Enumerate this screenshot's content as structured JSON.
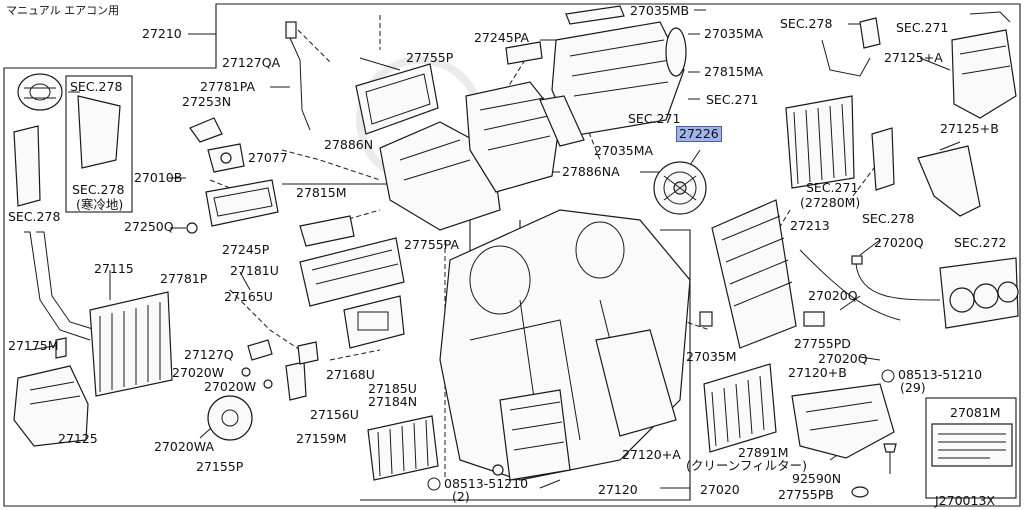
{
  "header_note": "マニュアル エアコン用",
  "diagram_code": "J270013X",
  "highlighted_part": "27226",
  "labels": {
    "p27210": "27210",
    "p27127qa": "27127QA",
    "p27781pa": "27781PA",
    "p27253n": "27253N",
    "p27077": "27077",
    "p27010b": "27010B",
    "p27245pa": "27245PA",
    "p27755p": "27755P",
    "p27886n": "27886N",
    "p27035mb": "27035MB",
    "p27035ma_top": "27035MA",
    "p27815ma": "27815MA",
    "sec271_a": "SEC.271",
    "sec271_b": "SEC.271",
    "p27035ma_mid": "27035MA",
    "p27226": "27226",
    "p27886na": "27886NA",
    "sec278_top": "SEC.278",
    "sec271_top": "SEC.271",
    "p27125a": "27125+A",
    "p27125b": "27125+B",
    "sec271_280m": "SEC.271",
    "p27280m": "(27280M)",
    "sec278_right": "SEC.278",
    "sec278_left": "SEC.278",
    "sec278_mid": "SEC.278",
    "cold_region": "(寒冷地)",
    "sec278_low": "SEC.278",
    "p27250q": "27250Q",
    "p27245p": "27245P",
    "p27815m": "27815M",
    "p27755pa": "27755PA",
    "p27213": "27213",
    "p27020q_top": "27020Q",
    "sec272": "SEC.272",
    "p27115": "27115",
    "p27781p": "27781P",
    "p27181u": "27181U",
    "p27165u": "27165U",
    "p27020q_mid": "27020Q",
    "p27755pd": "27755PD",
    "p27020q_low": "27020Q",
    "p27175m": "27175M",
    "p27127q": "27127Q",
    "p27020w_a": "27020W",
    "p27020w_b": "27020W",
    "p27168u": "27168U",
    "p27185u": "27185U",
    "p27184n": "27184N",
    "p27156u": "27156U",
    "p27035m": "27035M",
    "p27120b": "27120+B",
    "bolt_a": "08513-51210",
    "bolt_a_qty": "(29)",
    "p27081m": "27081M",
    "p27125": "27125",
    "p27020wa": "27020WA",
    "p27159m": "27159M",
    "p27155p": "27155P",
    "p27120a": "27120+A",
    "p27891m": "27891M",
    "filter_note": "(クリーンフィルター)",
    "p92590n": "92590N",
    "p27755pb": "27755PB",
    "bolt_b": "08513-51210",
    "bolt_b_qty": "(2)",
    "p27120": "27120",
    "p27020": "27020"
  }
}
